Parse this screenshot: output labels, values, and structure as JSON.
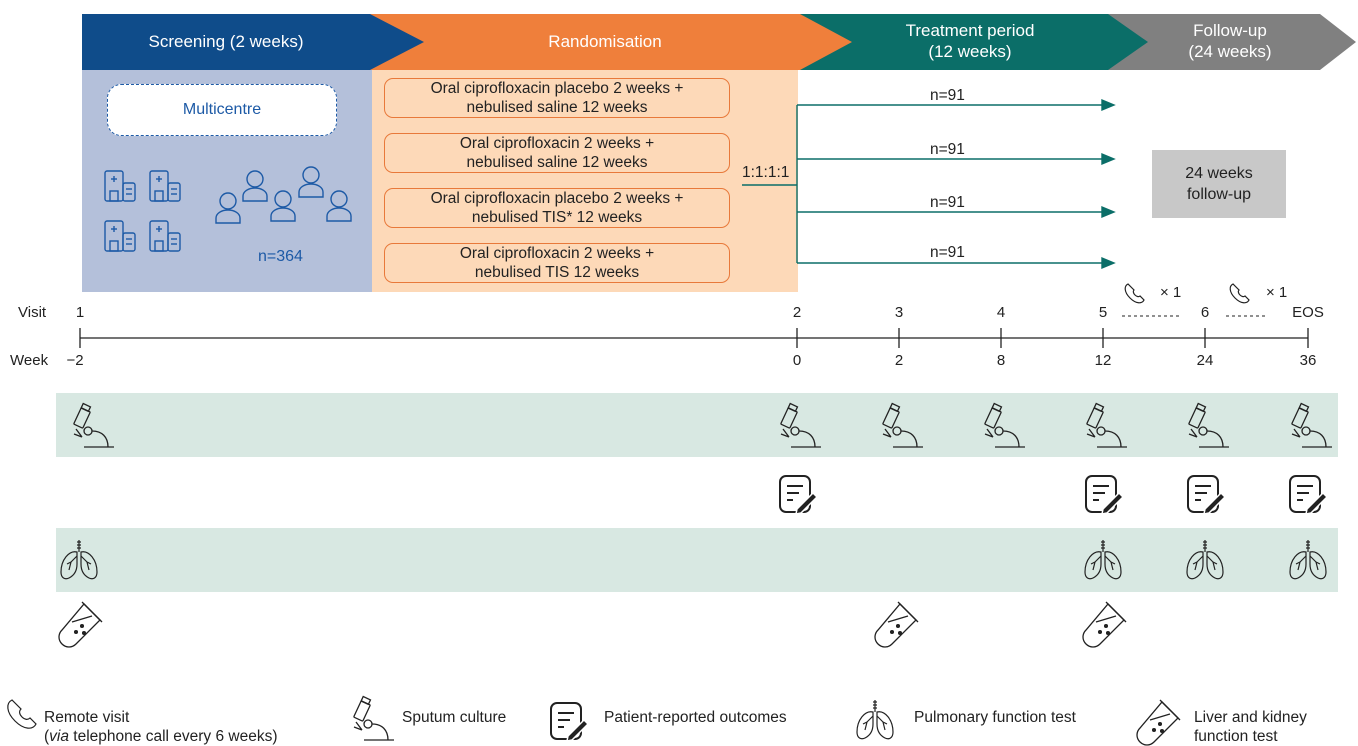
{
  "phases": [
    {
      "label": "Screening (2 weeks)",
      "color": "#0f4c8a"
    },
    {
      "label": "Randomisation",
      "color": "#ef7f3b"
    },
    {
      "label": "Treatment period\n(12 weeks)",
      "color": "#0b6e68"
    },
    {
      "label": "Follow-up\n(24 weeks)",
      "color": "#808080"
    }
  ],
  "screening": {
    "multicentre_label": "Multicentre",
    "n_label": "n=364"
  },
  "arms": [
    "Oral ciprofloxacin placebo 2 weeks +\nnebulised saline 12 weeks",
    "Oral ciprofloxacin 2 weeks +\nnebulised saline 12 weeks",
    "Oral ciprofloxacin placebo 2 weeks +\nnebulised TIS* 12 weeks",
    "Oral ciprofloxacin 2 weeks +\nnebulised TIS 12 weeks"
  ],
  "ratio_label": "1:1:1:1",
  "arm_n": [
    "n=91",
    "n=91",
    "n=91",
    "n=91"
  ],
  "follow_up_box": "24 weeks\nfollow-up",
  "timeline": {
    "visit_title": "Visit",
    "week_title": "Week",
    "visits": [
      "1",
      "2",
      "3",
      "4",
      "5",
      "6",
      "EOS"
    ],
    "weeks": [
      "−2",
      "0",
      "2",
      "8",
      "12",
      "24",
      "36"
    ],
    "phone_counts": [
      "× 1",
      "× 1"
    ]
  },
  "legend": {
    "remote_visit_line1": "Remote visit",
    "remote_visit_via": "via",
    "remote_visit_line2_rest": " telephone call every 6 weeks)",
    "remote_visit_open_paren": "(",
    "sputum": "Sputum culture",
    "pro": "Patient-reported outcomes",
    "pft": "Pulmonary function test",
    "lkft_line1": "Liver and kidney",
    "lkft_line2": "function test"
  },
  "colors": {
    "screening_bg": "#b4c0da",
    "randomisation_bg": "#fdd9b8",
    "band": "#d8e8e2",
    "teal": "#0b6e68",
    "blue_text": "#1d5aa6",
    "grey_box": "#c8c8c8"
  }
}
